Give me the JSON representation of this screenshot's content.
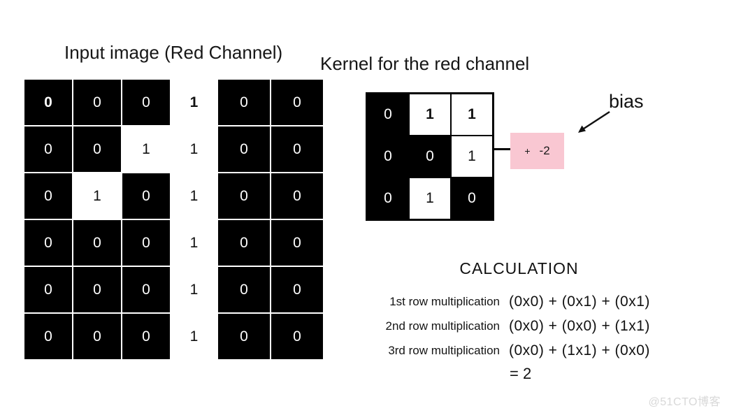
{
  "titles": {
    "input": "Input image (Red Channel)",
    "kernel": "Kernel for the red channel"
  },
  "input_grid": {
    "rows": [
      [
        {
          "v": "0",
          "bg": "k",
          "b": true
        },
        {
          "v": "0",
          "bg": "k"
        },
        {
          "v": "0",
          "bg": "k"
        },
        {
          "v": "1",
          "bg": "w",
          "b": true
        },
        {
          "v": "0",
          "bg": "k"
        },
        {
          "v": "0",
          "bg": "k"
        }
      ],
      [
        {
          "v": "0",
          "bg": "k"
        },
        {
          "v": "0",
          "bg": "k"
        },
        {
          "v": "1",
          "bg": "w"
        },
        {
          "v": "1",
          "bg": "w"
        },
        {
          "v": "0",
          "bg": "k"
        },
        {
          "v": "0",
          "bg": "k"
        }
      ],
      [
        {
          "v": "0",
          "bg": "k"
        },
        {
          "v": "1",
          "bg": "w"
        },
        {
          "v": "0",
          "bg": "k"
        },
        {
          "v": "1",
          "bg": "w"
        },
        {
          "v": "0",
          "bg": "k"
        },
        {
          "v": "0",
          "bg": "k"
        }
      ],
      [
        {
          "v": "0",
          "bg": "k"
        },
        {
          "v": "0",
          "bg": "k"
        },
        {
          "v": "0",
          "bg": "k"
        },
        {
          "v": "1",
          "bg": "w"
        },
        {
          "v": "0",
          "bg": "k"
        },
        {
          "v": "0",
          "bg": "k"
        }
      ],
      [
        {
          "v": "0",
          "bg": "k"
        },
        {
          "v": "0",
          "bg": "k"
        },
        {
          "v": "0",
          "bg": "k"
        },
        {
          "v": "1",
          "bg": "w"
        },
        {
          "v": "0",
          "bg": "k"
        },
        {
          "v": "0",
          "bg": "k"
        }
      ],
      [
        {
          "v": "0",
          "bg": "k"
        },
        {
          "v": "0",
          "bg": "k"
        },
        {
          "v": "0",
          "bg": "k"
        },
        {
          "v": "1",
          "bg": "w"
        },
        {
          "v": "0",
          "bg": "k"
        },
        {
          "v": "0",
          "bg": "k"
        }
      ]
    ]
  },
  "kernel_grid": {
    "rows": [
      [
        {
          "v": "0",
          "bg": "k"
        },
        {
          "v": "1",
          "bg": "w",
          "b": true
        },
        {
          "v": "1",
          "bg": "w",
          "b": true
        }
      ],
      [
        {
          "v": "0",
          "bg": "k"
        },
        {
          "v": "0",
          "bg": "k"
        },
        {
          "v": "1",
          "bg": "w"
        }
      ],
      [
        {
          "v": "0",
          "bg": "k"
        },
        {
          "v": "1",
          "bg": "w"
        },
        {
          "v": "0",
          "bg": "k"
        }
      ]
    ]
  },
  "bias": {
    "label": "bias",
    "operator": "+",
    "value": "-2"
  },
  "calculation": {
    "title": "CALCULATION",
    "rows": [
      {
        "label": "1st row multiplication",
        "formula": "(0x0) + (0x1) + (0x1)"
      },
      {
        "label": "2nd row multiplication",
        "formula": "(0x0) + (0x0) + (1x1)"
      },
      {
        "label": "3rd row multiplication",
        "formula": "(0x0) + (1x1) + (0x0)"
      }
    ],
    "result": "= 2"
  },
  "watermark": "@51CTO博客",
  "colors": {
    "bias_box": "#F9C7D2",
    "cell_dark": "#000000",
    "arrow": "#111111",
    "watermark": "#D8D8D8"
  }
}
